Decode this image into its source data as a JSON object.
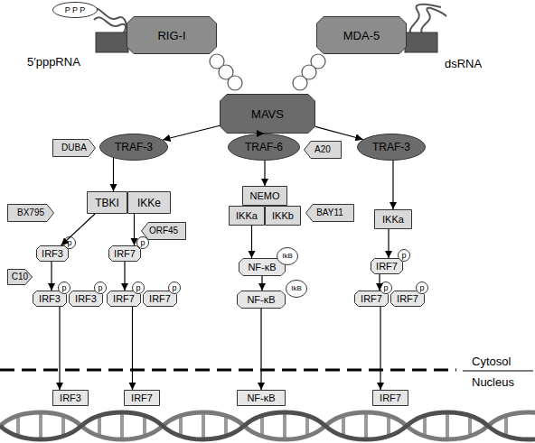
{
  "diagram": {
    "nodes": [
      {
        "text": [
          "P P P"
        ]
      },
      {
        "text": [
          "RIG-I"
        ]
      },
      {
        "text": [
          "MDA-5"
        ]
      },
      {
        "text": [
          "MAVS"
        ]
      },
      {
        "text": [
          "DUBA"
        ]
      },
      {
        "text": [
          "TRAF-3"
        ]
      },
      {
        "text": [
          "TRAF-6"
        ]
      },
      {
        "text": [
          "A20"
        ]
      },
      {
        "text": [
          "TRAF-3"
        ]
      },
      {
        "text": [
          "BX795"
        ]
      },
      {
        "text": [
          "TBKI"
        ]
      },
      {
        "text": [
          "IKKe"
        ]
      },
      {
        "text": [
          "NEMO"
        ]
      },
      {
        "text": [
          "BAY11"
        ]
      },
      {
        "text": [
          "IKKa"
        ]
      },
      {
        "text": [
          "IKKb"
        ]
      },
      {
        "text": [
          "IKKa"
        ]
      },
      {
        "text": [
          "ORF45"
        ]
      },
      {
        "text": [
          "IRF3"
        ]
      },
      {
        "text": [
          "p"
        ]
      },
      {
        "text": [
          "IRF7"
        ]
      },
      {
        "text": [
          "p"
        ]
      },
      {
        "text": [
          "NF-κB"
        ]
      },
      {
        "text": [
          "IkB"
        ]
      },
      {
        "text": [
          "IRF7"
        ]
      },
      {
        "text": [
          "p"
        ]
      },
      {
        "text": [
          "C10"
        ]
      },
      {
        "text": [
          "IkB"
        ]
      },
      {
        "text": [
          "IRF3"
        ]
      },
      {
        "text": [
          "p"
        ]
      },
      {
        "text": [
          "IRF3"
        ]
      },
      {
        "text": [
          "p"
        ]
      },
      {
        "text": [
          "IRF7"
        ]
      },
      {
        "text": [
          "p"
        ]
      },
      {
        "text": [
          "IRF7"
        ]
      },
      {
        "text": [
          "p"
        ]
      },
      {
        "text": [
          "NF-κB"
        ]
      },
      {
        "text": [
          "IRF7"
        ]
      },
      {
        "text": [
          "p"
        ]
      },
      {
        "text": [
          "IRF7"
        ]
      },
      {
        "text": [
          "p"
        ]
      },
      {
        "text": [
          "IRF3"
        ]
      },
      {
        "text": [
          "IRF7"
        ]
      },
      {
        "text": [
          "NF-κB"
        ]
      },
      {
        "text": [
          "IRF7"
        ]
      }
    ],
    "edges": [
      {
        "from": 3,
        "to": 5,
        "arrow": "to"
      },
      {
        "from": 3,
        "to": 6,
        "arrow": "to"
      },
      {
        "from": 3,
        "to": 8,
        "arrow": "to"
      },
      {
        "from": 5,
        "to": 10,
        "arrow": "to"
      },
      {
        "from": 6,
        "to": 12,
        "arrow": "to"
      },
      {
        "from": 8,
        "to": 16,
        "arrow": "to"
      },
      {
        "from": 10,
        "to": 18,
        "arrow": "to"
      },
      {
        "from": 11,
        "to": 20,
        "arrow": "to"
      },
      {
        "from": 14,
        "to": 22,
        "arrow": "to"
      },
      {
        "from": 16,
        "to": 24,
        "arrow": "to"
      },
      {
        "from": 18,
        "to": 28,
        "arrow": "to"
      },
      {
        "from": 20,
        "to": 32,
        "arrow": "to"
      },
      {
        "from": 22,
        "to": 36,
        "arrow": "to"
      },
      {
        "from": 24,
        "to": 37,
        "arrow": "to"
      },
      {
        "from": 28,
        "to": 41,
        "arrow": "to"
      },
      {
        "from": 32,
        "to": 42,
        "arrow": "to"
      },
      {
        "from": 36,
        "to": 43,
        "arrow": "to"
      },
      {
        "from": 37,
        "to": 44,
        "arrow": "to"
      }
    ],
    "labels": [
      "5′pppRNA",
      "dsRNA",
      "Cytosol",
      "Nucleus"
    ]
  }
}
